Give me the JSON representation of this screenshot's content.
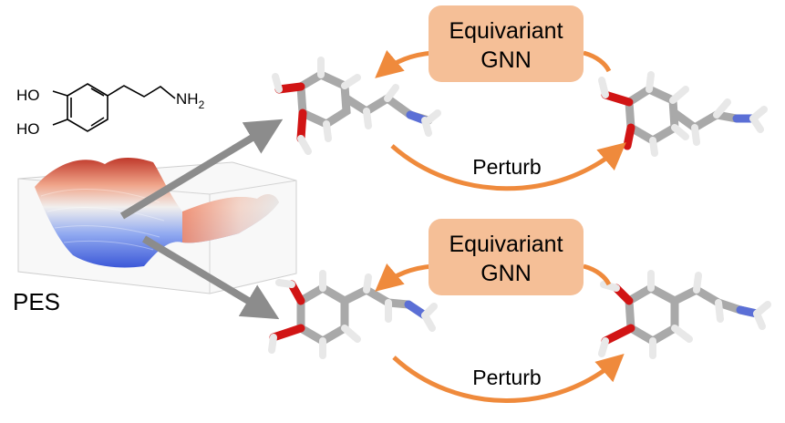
{
  "molecule_labels": {
    "ho_top": "HO",
    "ho_bottom": "HO",
    "nh": "NH",
    "nh_sub": "2"
  },
  "pes_label": "PES",
  "cycles": [
    {
      "gnn_line1": "Equivariant",
      "gnn_line2": "GNN",
      "perturb": "Perturb"
    },
    {
      "gnn_line1": "Equivariant",
      "gnn_line2": "GNN",
      "perturb": "Perturb"
    }
  ],
  "colors": {
    "box_fill": "#f5bf97",
    "arrow_orange": "#ef8a3c",
    "arrow_gray": "#8c8c8c",
    "bond_gray": "#a9a9a9",
    "oxygen_red": "#d11414",
    "nitrogen_blue": "#5b6fd6",
    "hydrogen_white": "#f2f2f2"
  }
}
